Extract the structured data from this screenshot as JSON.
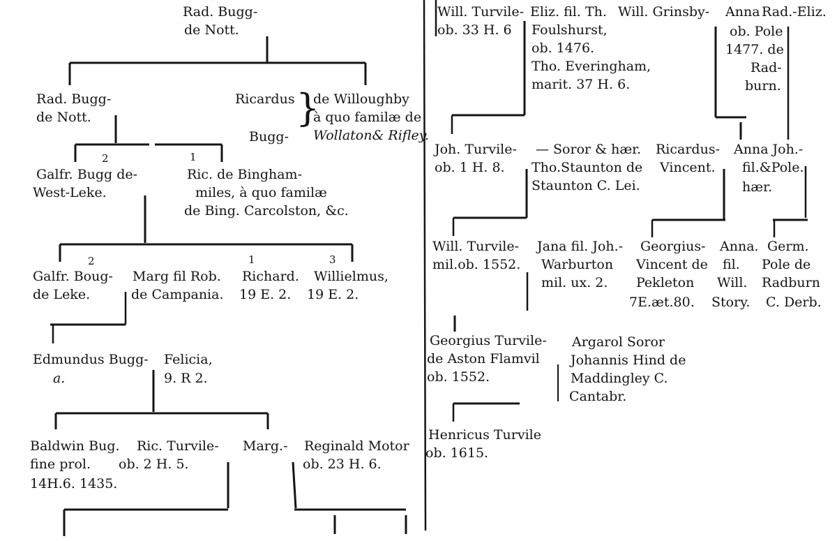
{
  "left": {
    "rad1": [
      "Rad. Bugg-",
      "de Nott."
    ],
    "rad2": [
      "Rad. Bugg-",
      "de Nott."
    ],
    "ricardus": [
      "Ricardus",
      "Bugg-"
    ],
    "willoughby": [
      "de Willoughby",
      "à quo familæ de",
      "Wollaton& Rifley."
    ],
    "galfr1": [
      "Galfr. Bugg de-",
      "West-Leke."
    ],
    "ric_bingham": [
      "Ric. de Bingham-",
      "miles, à quo familæ",
      "de Bing. Carcolston, &c."
    ],
    "galfr2": [
      "Galfr. Boug-",
      "de Leke."
    ],
    "marg_rob": [
      "Marg fil Rob.",
      "de Campania."
    ],
    "richard": [
      "Richard.",
      "19 E. 2."
    ],
    "willielmus": [
      "Willielmus,",
      "19 E. 2."
    ],
    "edmundus": [
      "Edmundus Bugg-",
      "a."
    ],
    "felicia": [
      "Felicia,",
      "9. R 2."
    ],
    "baldwin": [
      "Baldwin Bug.",
      "fine prol.",
      "14H.6. 1435."
    ],
    "ric_turvile": [
      "Ric. Turvile-",
      "ob. 2 H. 5."
    ],
    "marg": "Marg.-",
    "reginald": [
      "Reginald Motor",
      "ob. 23 H. 6."
    ],
    "nums": {
      "two_a": "2",
      "one_a": "1",
      "two_b": "2",
      "one_b": "1",
      "three_b": "3"
    }
  },
  "right": {
    "will_turvile1": [
      "Will. Turvile-",
      "ob. 33 H. 6"
    ],
    "eliz_th": [
      "Eliz. fil. Th.",
      "Foulshurst,",
      "ob. 1476.",
      "Tho. Everingham,",
      "marit. 37 H. 6."
    ],
    "will_grinsby": "Will. Grinsby-",
    "anna_top": "Anna",
    "rad_eliz": [
      "Rad.-Eliz.",
      "ob. Pole",
      "1477. de",
      "Rad-",
      "burn."
    ],
    "joh_turvile": [
      "Joh. Turvile-",
      "ob. 1 H. 8."
    ],
    "soror": [
      "— Soror & hær.",
      "Tho.Staunton de",
      "Staunton C. Lei."
    ],
    "ricardus_vincent": [
      "Ricardus-",
      "Vincent."
    ],
    "anna_joh": [
      "Anna Joh.-",
      "fil.&Pole.",
      "hær."
    ],
    "will_turvile2": [
      "Will. Turvile-",
      "mil.ob. 1552."
    ],
    "jana": [
      "Jana fil. Joh.-",
      "Warburton",
      "mil. ux. 2."
    ],
    "georgius_vincent": [
      "Georgius-",
      "Vincent de",
      "Pekleton",
      "7E.æt.80."
    ],
    "anna_fil": [
      "Anna.",
      "fil.",
      "Will.",
      "Story."
    ],
    "germ": [
      "Germ.",
      "Pole de",
      "Radburn",
      "C. Derb."
    ],
    "georgius_turvile": [
      "Georgius Turvile-",
      "de Aston Flamvil",
      "ob. 1552."
    ],
    "argarol": [
      "Argarol Soror",
      "Johannis Hind de",
      "Maddingley C.",
      "Cantabr."
    ],
    "henricus": [
      "Henricus Turvile",
      "ob. 1615."
    ]
  }
}
